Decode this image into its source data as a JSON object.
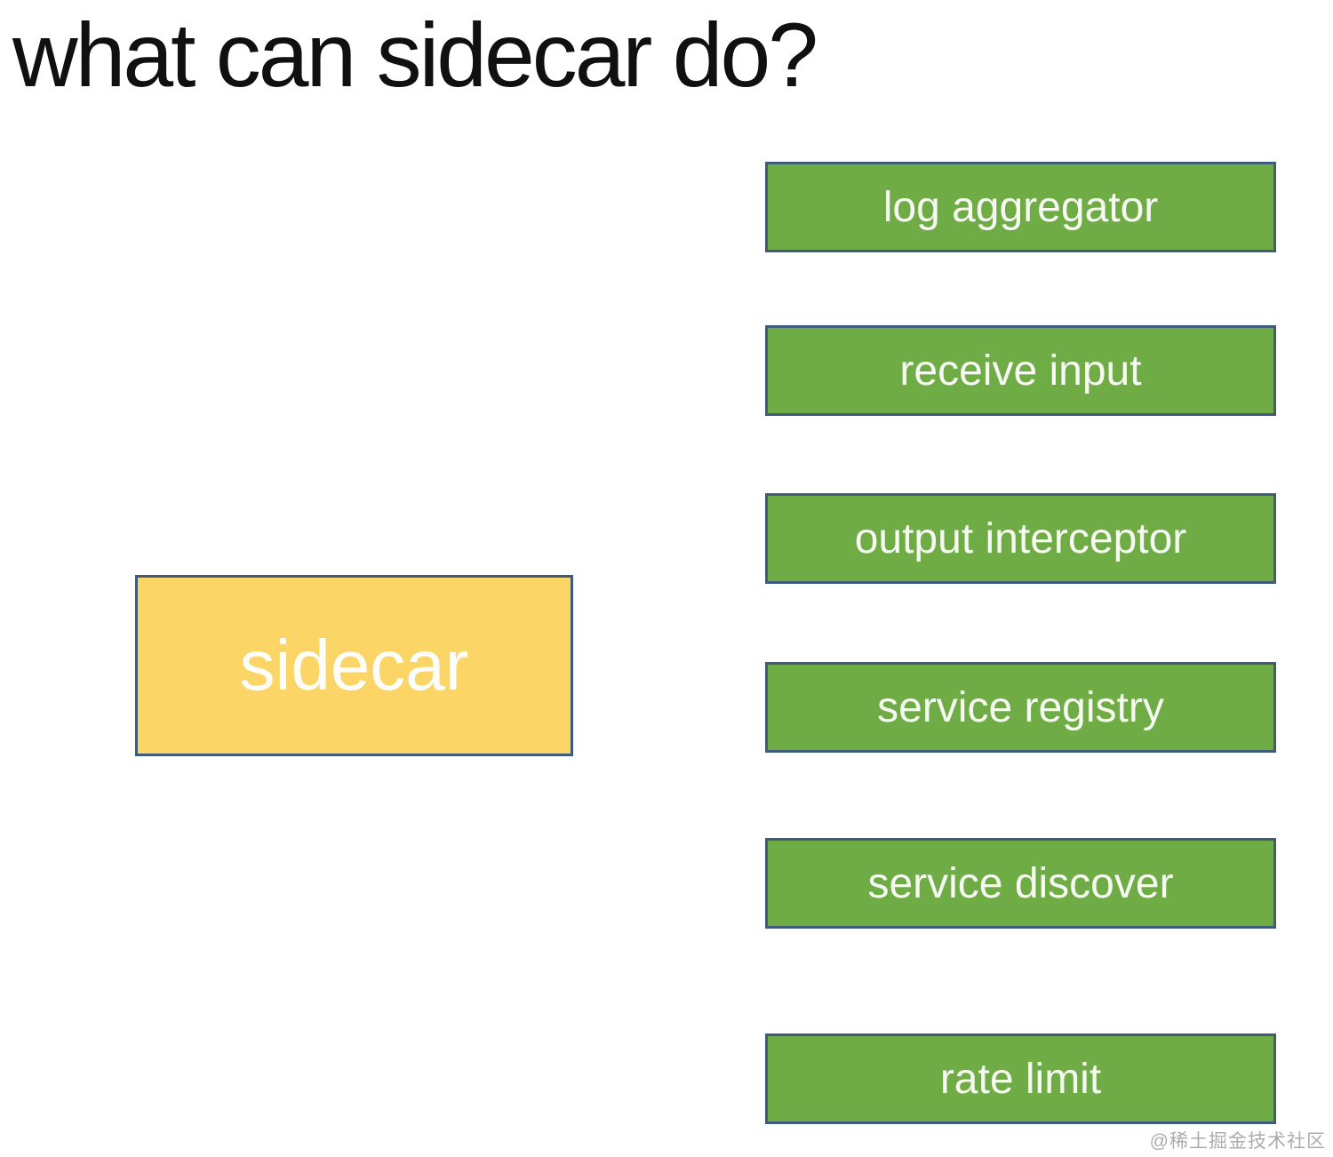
{
  "page": {
    "title": "what can sidecar do?",
    "watermark": "@稀土掘金技术社区"
  },
  "diagram": {
    "sidecar": {
      "label": "sidecar",
      "fill_color": "#fbd565"
    },
    "capabilities": [
      {
        "label": "log aggregator"
      },
      {
        "label": "receive input"
      },
      {
        "label": "output interceptor"
      },
      {
        "label": "service registry"
      },
      {
        "label": "service discover"
      },
      {
        "label": "rate limit"
      }
    ],
    "colors": {
      "capability_fill": "#6fac46",
      "box_border": "#3f5c7d",
      "box_label_text": "#f7faf2",
      "title_text": "#101010",
      "watermark_text": "#abadac"
    }
  }
}
